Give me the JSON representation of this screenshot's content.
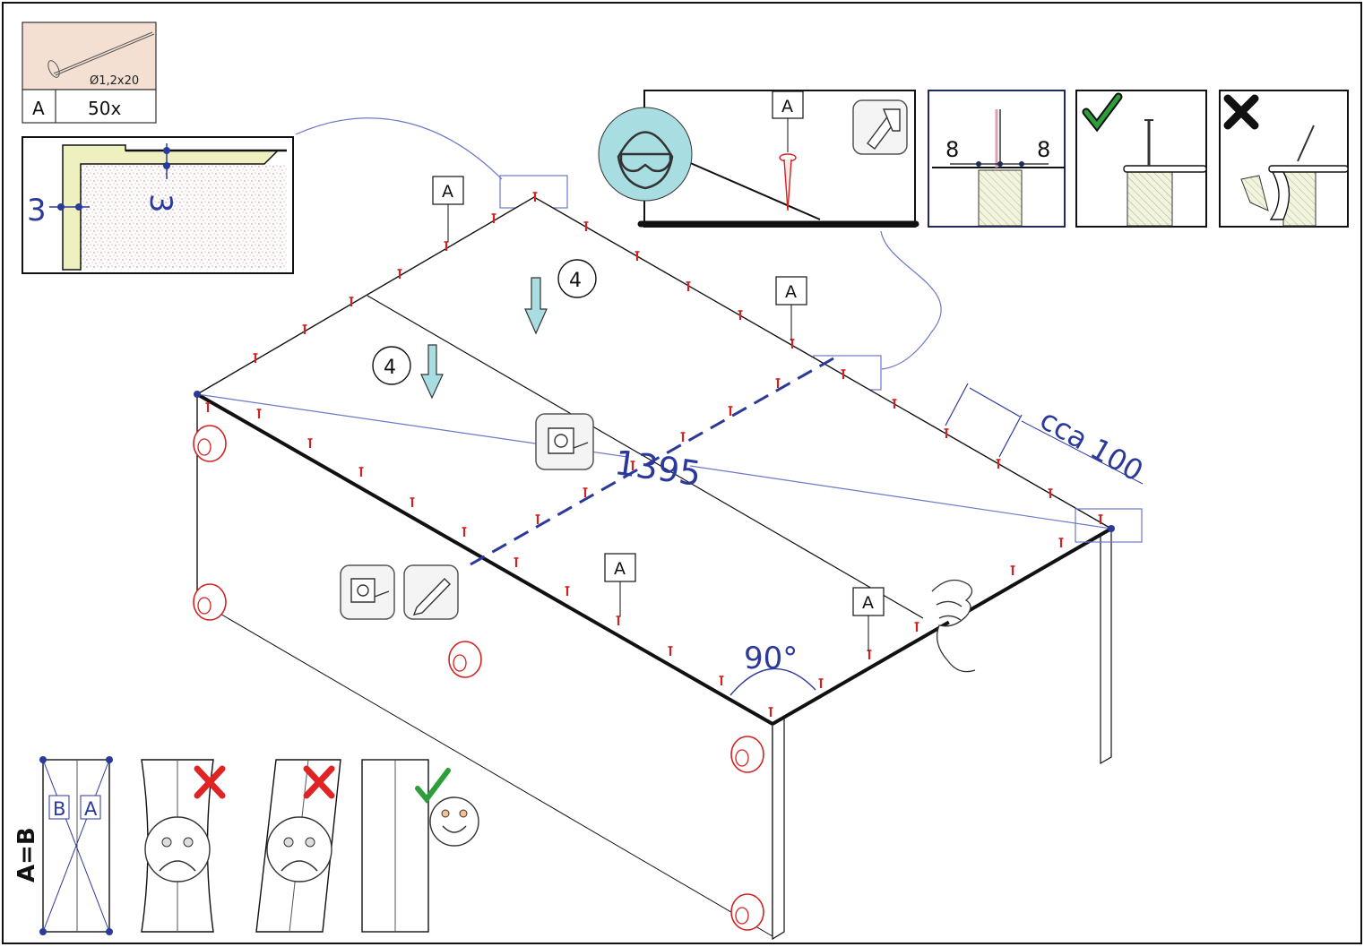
{
  "part": {
    "letter": "A",
    "quantity": "50x",
    "nail_size": "Ø1,2x20"
  },
  "corner_detail": {
    "dim_left": "3",
    "dim_right": "3"
  },
  "nail_spacing": {
    "left": "8",
    "right": "8"
  },
  "callout_letter": "A",
  "step_number": "4",
  "dimensions": {
    "diagonal": "1395",
    "edge_offset": "cca 100",
    "angle": "90°"
  },
  "bottom_panel": {
    "rule": "A=B",
    "letter_b": "B",
    "letter_a": "A"
  },
  "colors": {
    "dimension_blue": "#2b3a9a",
    "nail_red": "#d42020",
    "arrow_cyan": "#a8dde2",
    "ok_green": "#2e9e3a",
    "bad_red": "#e02424"
  }
}
